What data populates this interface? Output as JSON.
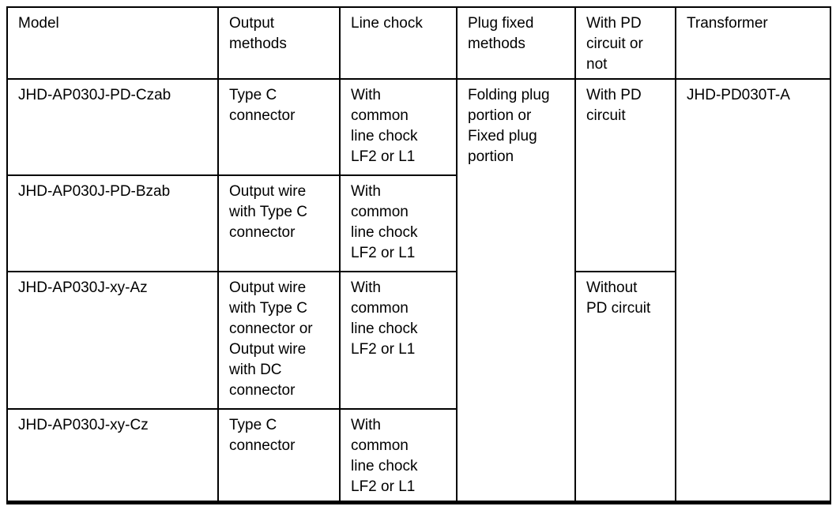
{
  "table": {
    "headers": {
      "model": "Model",
      "output_methods": "Output\nmethods",
      "line_chock": "Line chock",
      "plug_fixed_methods": "Plug fixed\nmethods",
      "pd_circuit": "With PD\ncircuit or\nnot",
      "transformer": "Transformer"
    },
    "rows": [
      {
        "model": "JHD-AP030J-PD-Czab",
        "output": "Type C\nconnector",
        "chock": "With\ncommon\nline chock\nLF2 or L1"
      },
      {
        "model": "JHD-AP030J-PD-Bzab",
        "output": "Output wire\nwith Type C\nconnector",
        "chock": "With\ncommon\nline chock\nLF2 or L1"
      },
      {
        "model": "JHD-AP030J-xy-Az",
        "output": "Output wire\nwith Type C\nconnector or\nOutput wire\nwith DC\nconnector",
        "chock": "With\ncommon\nline chock\nLF2 or L1"
      },
      {
        "model": "JHD-AP030J-xy-Cz",
        "output": "Type C\nconnector",
        "chock": "With\ncommon\nline chock\nLF2 or L1"
      }
    ],
    "plug_fixed": "Folding plug\nportion or\nFixed plug\nportion",
    "with_pd": "With PD\ncircuit",
    "without_pd": "Without\nPD circuit",
    "transformer_model": "JHD-PD030T-A"
  },
  "colors": {
    "border": "#000000",
    "text": "#000000",
    "background": "#ffffff"
  }
}
